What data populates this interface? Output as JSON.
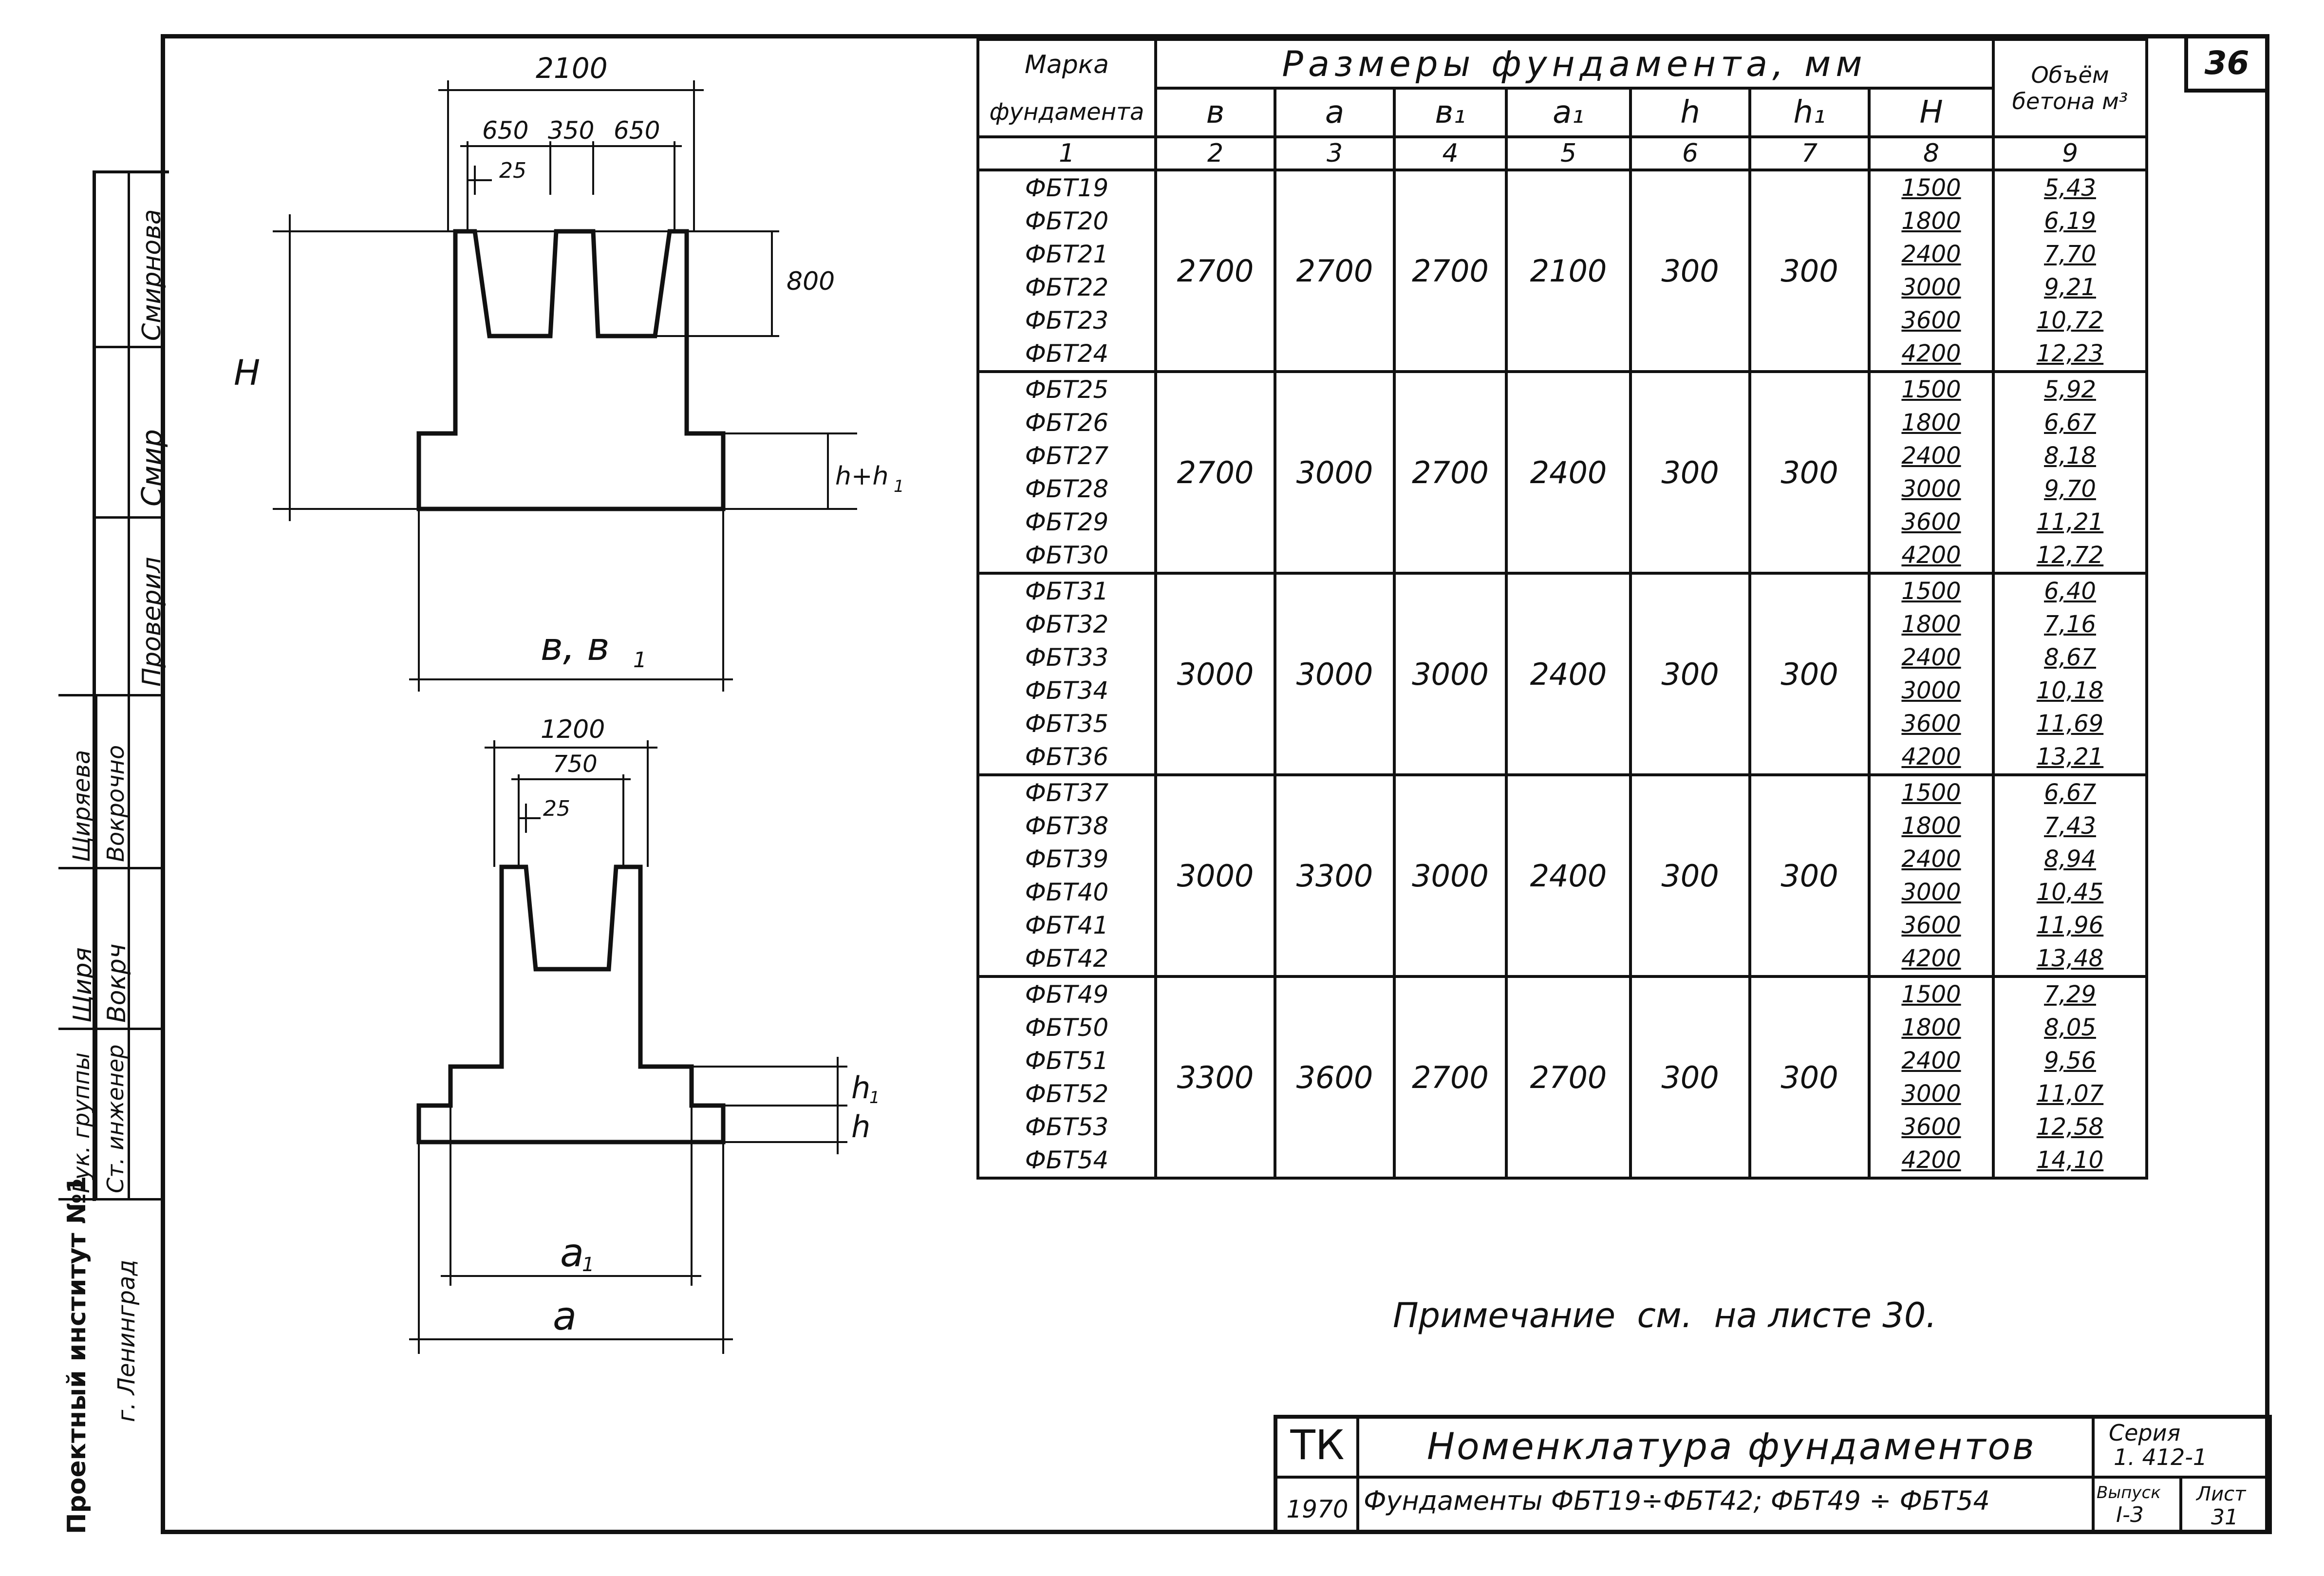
{
  "sheet_number": "36",
  "side_stamp": {
    "institute": "Проектный институт №1",
    "city": "г. Ленинград",
    "roles": [
      "Рук. группы",
      "Ст. инженер"
    ],
    "names_right": [
      "Смирнова",
      "Проверил"
    ],
    "names_left": [
      "Щиряева",
      "Вокрочно"
    ]
  },
  "drawing1": {
    "dim_total": "2100",
    "dim_parts": [
      "650",
      "350",
      "650"
    ],
    "dim_small": "25",
    "dim_height": "800",
    "label_H": "H",
    "label_hh": "h+h",
    "label_bottom": "в, в"
  },
  "drawing2": {
    "dim_total": "1200",
    "dim_mid": "750",
    "dim_small": "25",
    "label_h1": "h",
    "label_h": "h",
    "label_a1": "a",
    "label_a": "a"
  },
  "table": {
    "col1_header": "Марка фундамента",
    "group_header": "Размеры фундамента, мм",
    "vol_header": "Объём бетона м³",
    "sub_headers": [
      "в",
      "a",
      "в₁",
      "a₁",
      "h",
      "h₁",
      "H"
    ],
    "col_numbers": [
      "1",
      "2",
      "3",
      "4",
      "5",
      "6",
      "7",
      "8",
      "9"
    ],
    "groups": [
      {
        "b": "2700",
        "a": "2700",
        "b1": "2700",
        "a1": "2100",
        "h": "300",
        "h1": "300",
        "rows": [
          [
            "ФБТ19",
            "1500",
            "5,43"
          ],
          [
            "ФБТ20",
            "1800",
            "6,19"
          ],
          [
            "ФБТ21",
            "2400",
            "7,70"
          ],
          [
            "ФБТ22",
            "3000",
            "9,21"
          ],
          [
            "ФБТ23",
            "3600",
            "10,72"
          ],
          [
            "ФБТ24",
            "4200",
            "12,23"
          ]
        ]
      },
      {
        "b": "2700",
        "a": "3000",
        "b1": "2700",
        "a1": "2400",
        "h": "300",
        "h1": "300",
        "rows": [
          [
            "ФБТ25",
            "1500",
            "5,92"
          ],
          [
            "ФБТ26",
            "1800",
            "6,67"
          ],
          [
            "ФБТ27",
            "2400",
            "8,18"
          ],
          [
            "ФБТ28",
            "3000",
            "9,70"
          ],
          [
            "ФБТ29",
            "3600",
            "11,21"
          ],
          [
            "ФБТ30",
            "4200",
            "12,72"
          ]
        ]
      },
      {
        "b": "3000",
        "a": "3000",
        "b1": "3000",
        "a1": "2400",
        "h": "300",
        "h1": "300",
        "rows": [
          [
            "ФБТ31",
            "1500",
            "6,40"
          ],
          [
            "ФБТ32",
            "1800",
            "7,16"
          ],
          [
            "ФБТ33",
            "2400",
            "8,67"
          ],
          [
            "ФБТ34",
            "3000",
            "10,18"
          ],
          [
            "ФБТ35",
            "3600",
            "11,69"
          ],
          [
            "ФБТ36",
            "4200",
            "13,21"
          ]
        ]
      },
      {
        "b": "3000",
        "a": "3300",
        "b1": "3000",
        "a1": "2400",
        "h": "300",
        "h1": "300",
        "rows": [
          [
            "ФБТ37",
            "1500",
            "6,67"
          ],
          [
            "ФБТ38",
            "1800",
            "7,43"
          ],
          [
            "ФБТ39",
            "2400",
            "8,94"
          ],
          [
            "ФБТ40",
            "3000",
            "10,45"
          ],
          [
            "ФБТ41",
            "3600",
            "11,96"
          ],
          [
            "ФБТ42",
            "4200",
            "13,48"
          ]
        ]
      },
      {
        "b": "3300",
        "a": "3600",
        "b1": "2700",
        "a1": "2700",
        "h": "300",
        "h1": "300",
        "rows": [
          [
            "ФБТ49",
            "1500",
            "7,29"
          ],
          [
            "ФБТ50",
            "1800",
            "8,05"
          ],
          [
            "ФБТ51",
            "2400",
            "9,56"
          ],
          [
            "ФБТ52",
            "3000",
            "11,07"
          ],
          [
            "ФБТ53",
            "3600",
            "12,58"
          ],
          [
            "ФБТ54",
            "4200",
            "14,10"
          ]
        ]
      }
    ]
  },
  "note": "Примечание  см.  на листе 30.",
  "title_block": {
    "org": "ТК",
    "year": "1970",
    "title": "Номенклатура фундаментов",
    "subtitle": "Фундаменты ФБТ19÷ФБТ42; ФБТ49 ÷ ФБТ54",
    "series_label": "Серия",
    "series_value": "1. 412-1",
    "issue_label": "Выпуск",
    "issue_value": "I-3",
    "sheet_label": "Лист",
    "sheet_value": "31"
  }
}
